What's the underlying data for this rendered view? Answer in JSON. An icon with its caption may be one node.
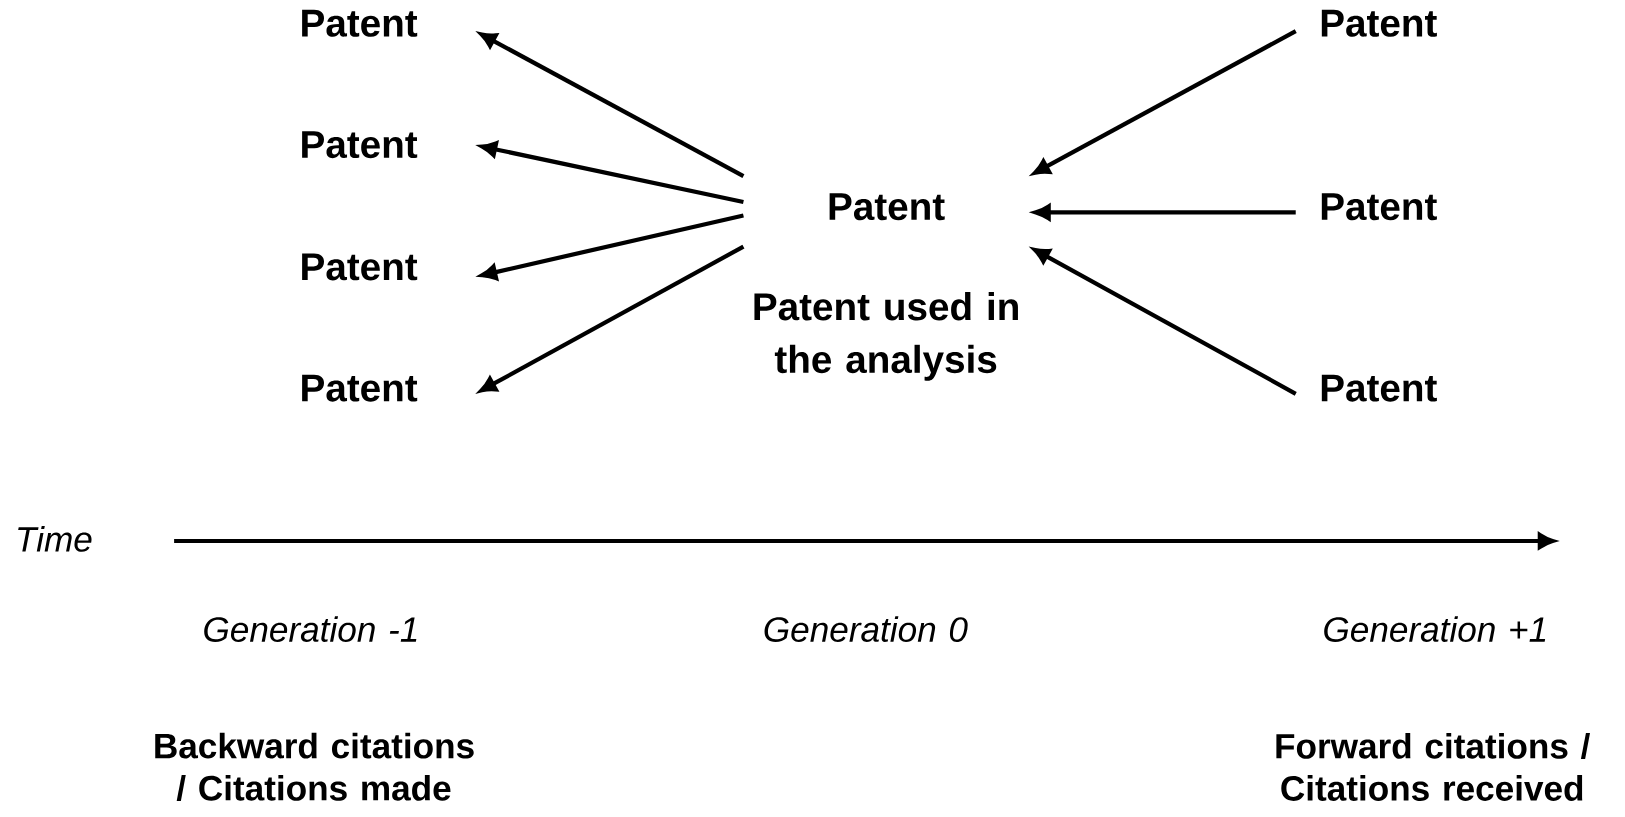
{
  "diagram": {
    "nodes": [
      {
        "text": [
          "Patent"
        ],
        "beside": [
          "Patent used in the analysis"
        ]
      },
      {
        "text": [
          "Patent"
        ]
      },
      {
        "text": [
          "Patent"
        ]
      },
      {
        "text": [
          "Patent"
        ]
      },
      {
        "text": [
          "Patent"
        ]
      },
      {
        "text": [
          "Patent"
        ]
      },
      {
        "text": [
          "Patent"
        ]
      },
      {
        "text": [
          "Patent"
        ]
      }
    ],
    "edges": [
      {
        "from": 0,
        "to": 1,
        "arrow": "to"
      },
      {
        "from": 0,
        "to": 2,
        "arrow": "to"
      },
      {
        "from": 0,
        "to": 3,
        "arrow": "to"
      },
      {
        "from": 0,
        "to": 4,
        "arrow": "to"
      },
      {
        "from": 5,
        "to": 0,
        "arrow": "to"
      },
      {
        "from": 6,
        "to": 0,
        "arrow": "to"
      },
      {
        "from": 7,
        "to": 0,
        "arrow": "to"
      }
    ],
    "labels": [
      "Time",
      "Generation -1",
      "Generation 0",
      "Generation +1",
      "Backward citations / Citations made",
      "Forward citations / Citations received"
    ]
  }
}
